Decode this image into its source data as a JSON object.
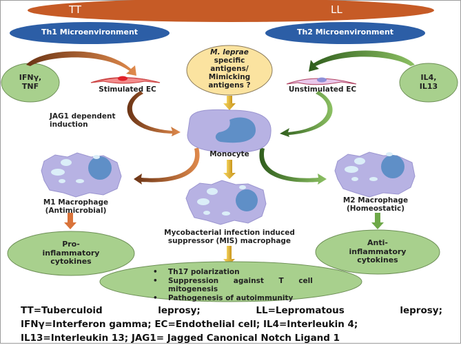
{
  "top_bar": {
    "left_label": "TT",
    "right_label": "LL",
    "color": "#c65b26"
  },
  "environments": [
    {
      "label": "Th1 Microenvironment",
      "color": "#2c5ea6"
    },
    {
      "label": "Th2 Microenvironment",
      "color": "#2c5ea6"
    }
  ],
  "antigen_bubble": {
    "lines": [
      "M. leprae",
      "specific",
      "antigens/",
      "Mimicking",
      "antigens ?"
    ],
    "color": "#fbe3a0"
  },
  "left_cytokine": {
    "lines": [
      "IFNγ,",
      "TNF"
    ]
  },
  "right_cytokine": {
    "lines": [
      "IL4,",
      "IL13"
    ]
  },
  "stimulated_ec": "Stimulated EC",
  "unstimulated_ec": "Unstimulated EC",
  "jag1_label": [
    "JAG1 dependent",
    "induction"
  ],
  "monocyte_label": "Monocyte",
  "m1_label": [
    "M1 Macrophage",
    "(Antimicrobial)"
  ],
  "m2_label": [
    "M2 Macrophage",
    "(Homeostatic)"
  ],
  "mis_label": [
    "Mycobacterial infection induced",
    "suppressor (MIS) macrophage"
  ],
  "pro_inflammatory": [
    "Pro-",
    "inflammatory",
    "cytokines"
  ],
  "anti_inflammatory": [
    "Anti-",
    "inflammatory",
    "cytokines"
  ],
  "outcomes": {
    "items": [
      [
        "Th17 polarization"
      ],
      [
        "Suppression against T cell",
        "mitogenesis"
      ],
      [
        "Pathogenesis of autoimmunity"
      ]
    ]
  },
  "legend": {
    "row1": [
      "TT=Tuberculoid",
      "leprosy;",
      "LL=Lepromatous",
      "leprosy;"
    ],
    "row2": "IFNγ=Interferon gamma; EC=Endothelial cell; IL4=Interleukin 4;",
    "row3": "IL13=Interleukin 13; JAG1= Jagged Canonical Notch Ligand 1"
  },
  "colors": {
    "green_fill": "#a8d08d",
    "cell_fill": "#b7b2e3",
    "nucleus": "#5f8fc7",
    "brown_arrow": "#8b4a1f",
    "green_arrow": "#4a7a2b",
    "gold_arrow": "#e2b020"
  }
}
